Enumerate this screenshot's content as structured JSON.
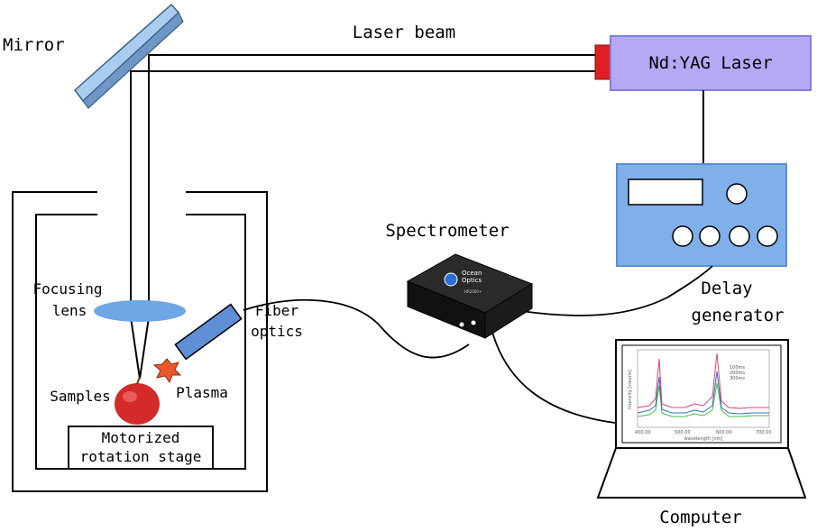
{
  "labels": {
    "mirror": "Mirror",
    "laser_beam": "Laser beam",
    "laser": "Nd:YAG Laser",
    "spectrometer": "Spectrometer",
    "delay_generator_line1": "Delay",
    "delay_generator_line2": "generator",
    "focusing_lens_line1": "Focusing",
    "focusing_lens_line2": "lens",
    "fiber_optics_line1": "Fiber",
    "fiber_optics_line2": "optics",
    "samples": "Samples",
    "plasma": "Plasma",
    "stage_line1": "Motorized",
    "stage_line2": "rotation stage",
    "computer": "Computer",
    "spectrometer_brand_line1": "Ocean",
    "spectrometer_brand_line2": "Optics",
    "spectrometer_model": "HR2000+"
  },
  "screen_chart": {
    "legend": [
      "100ms",
      "200ms",
      "300ms"
    ],
    "xlabel": "wavelength [nm]",
    "ylabel": "Intensity [counts]",
    "xticks": [
      "400.00",
      "500.00",
      "600.00",
      "700.00"
    ]
  },
  "colors": {
    "laser_body": "#b7a8f5",
    "laser_border": "#7f7fe0",
    "laser_output": "#e02020",
    "delay_body": "#7fb0ea",
    "delay_border": "#5a8fd0",
    "lens": "#6fa6e6",
    "fiber": "#5f8fd6",
    "plasma": "#e8562a",
    "apple": "#d42a2a",
    "mirror": "#a8cdef",
    "series": [
      "#e0407a",
      "#3070c0",
      "#40c040"
    ]
  },
  "icons": [
    "mirror-icon",
    "apple-icon",
    "plasma-icon",
    "lens-icon",
    "spectrometer-icon",
    "laptop-icon"
  ]
}
